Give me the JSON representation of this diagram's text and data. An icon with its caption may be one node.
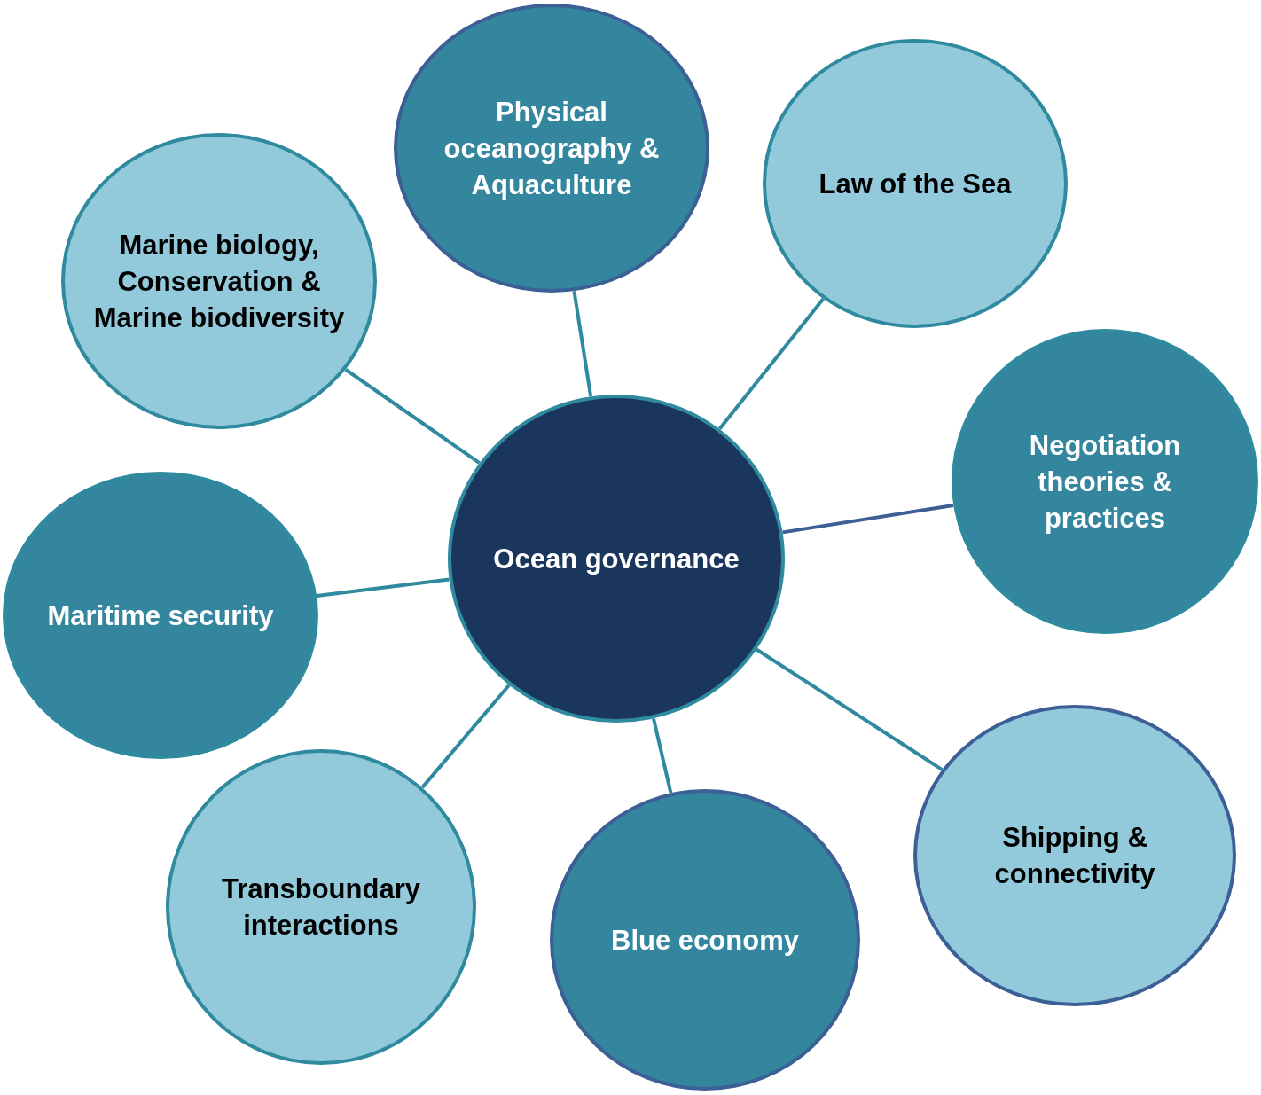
{
  "diagram": {
    "nodes": [
      {
        "text": [
          "Ocean governance"
        ]
      },
      {
        "text": [
          "Physical oceanography & Aquaculture"
        ]
      },
      {
        "text": [
          "Law of the Sea"
        ]
      },
      {
        "text": [
          "Negotiation theories & practices"
        ]
      },
      {
        "text": [
          "Shipping & connectivity"
        ]
      },
      {
        "text": [
          "Blue economy"
        ]
      },
      {
        "text": [
          "Transboundary interactions"
        ]
      },
      {
        "text": [
          "Maritime security"
        ]
      },
      {
        "text": [
          "Marine biology, Conservation & Marine biodiversity"
        ]
      }
    ],
    "edges": [
      {
        "from": 0,
        "to": 1,
        "arrow": "none"
      },
      {
        "from": 0,
        "to": 2,
        "arrow": "none"
      },
      {
        "from": 0,
        "to": 3,
        "arrow": "none",
        "color": "#3c5f95"
      },
      {
        "from": 0,
        "to": 4,
        "arrow": "none"
      },
      {
        "from": 0,
        "to": 5,
        "arrow": "none"
      },
      {
        "from": 0,
        "to": 6,
        "arrow": "none"
      },
      {
        "from": 0,
        "to": 7,
        "arrow": "none"
      },
      {
        "from": 0,
        "to": 8,
        "arrow": "none"
      }
    ]
  }
}
